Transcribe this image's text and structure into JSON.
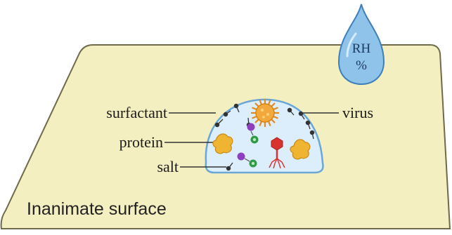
{
  "labels": {
    "surfactant": "surfactant",
    "protein": "protein",
    "salt": "salt",
    "virus": "virus",
    "surface": "Inanimate surface",
    "rh_line1": "RH",
    "rh_line2": "%"
  },
  "colors": {
    "surface_fill": "#f4efc0",
    "surface_stroke": "#6f6a4a",
    "droplet_fill": "#dceefb",
    "droplet_stroke": "#6aa6d6",
    "drop_fill": "#8fc3ea",
    "drop_stroke": "#3d7fb8",
    "virus_color": "#f2a83b",
    "protein_color": "#f0b433",
    "salt_purple": "#8e3fc0",
    "salt_green": "#2f9a43",
    "phage_color": "#d8332e",
    "leader_line": "#333333"
  },
  "icons": [
    "rh-drop-icon",
    "virus-icon",
    "protein-icon",
    "salt-icon",
    "phage-icon",
    "surfactant-molecule-icon"
  ]
}
